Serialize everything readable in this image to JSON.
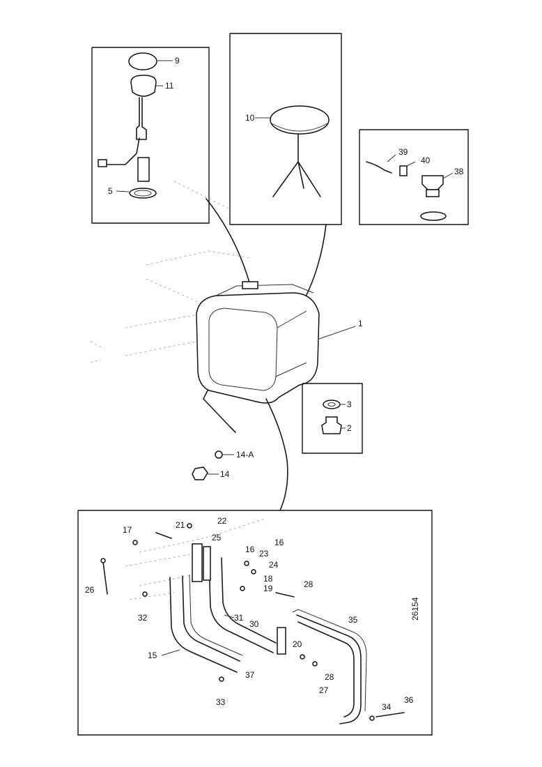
{
  "callouts": {
    "c9": "9",
    "c11": "11",
    "c5": "5",
    "c10": "10",
    "c39": "39",
    "c40": "40",
    "c38": "38",
    "c1": "1",
    "c3": "3",
    "c2": "2",
    "c14a": "14-A",
    "c14": "14",
    "c17": "17",
    "c21": "21",
    "c22": "22",
    "c25": "25",
    "c16a": "16",
    "c16b": "16",
    "c23": "23",
    "c24": "24",
    "c18": "18",
    "c19": "19",
    "c28": "28",
    "c26": "26",
    "c32": "32",
    "c31": "31",
    "c30": "30",
    "c35": "35",
    "c20": "20",
    "c15": "15",
    "c37": "37",
    "c28b": "28",
    "c27": "27",
    "c33": "33",
    "c34": "34",
    "c36": "36"
  },
  "drawing_number": "26154",
  "colors": {
    "ink": "#1a1a1a",
    "background": "#ffffff"
  }
}
